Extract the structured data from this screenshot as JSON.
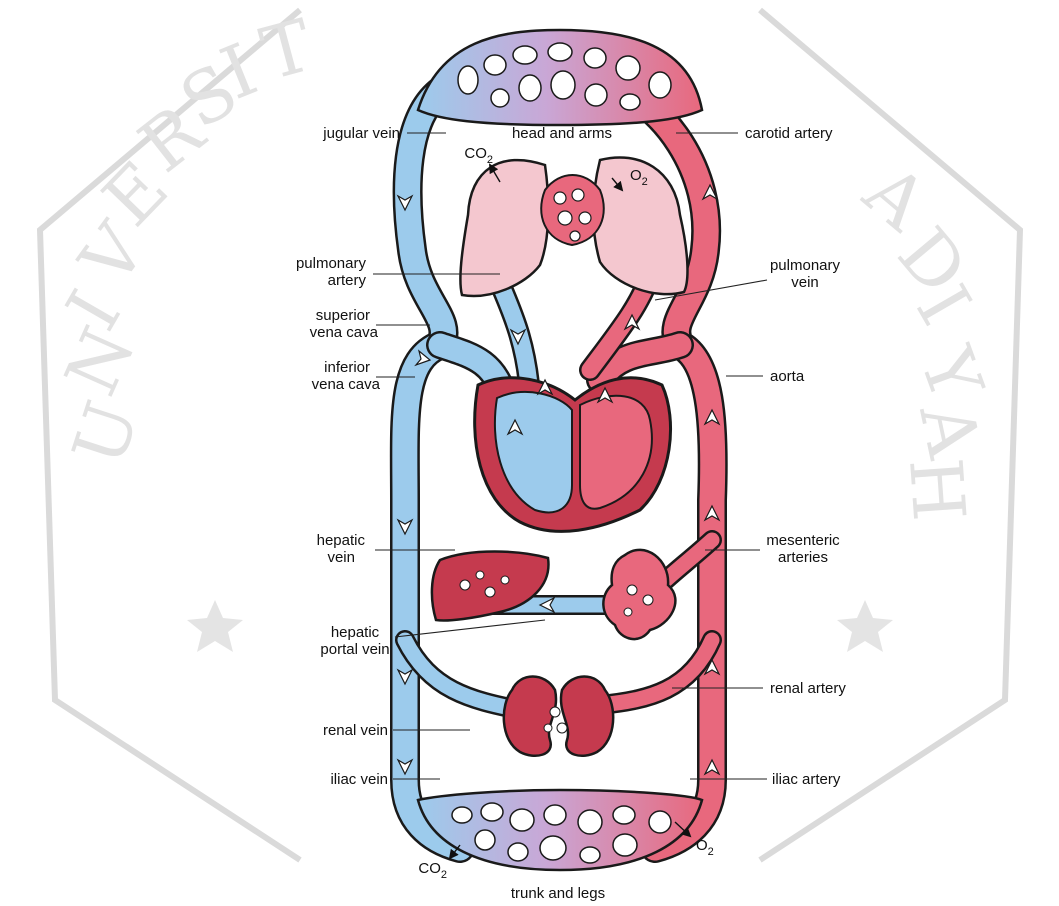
{
  "watermark": {
    "letters_left": [
      "U",
      "N",
      "I",
      "V",
      "E",
      "R",
      "S",
      "I",
      "T"
    ],
    "letters_right": [
      "A",
      "D",
      "I",
      "Y",
      "A",
      "H"
    ]
  },
  "colors": {
    "venous": "#9ccbec",
    "venous_dark": "#4f86bf",
    "arterial": "#e8687d",
    "arterial_dark": "#b83048",
    "organ_red": "#c53a4e",
    "lung": "#f4c7cf",
    "outline": "#1a1a1a"
  },
  "labels": {
    "head_arms": "head and arms",
    "trunk_legs": "trunk and legs",
    "jugular_vein": "jugular vein",
    "carotid_artery": "carotid artery",
    "pulmonary_artery_1": "pulmonary",
    "pulmonary_artery_2": "artery",
    "pulmonary_vein_1": "pulmonary",
    "pulmonary_vein_2": "vein",
    "superior_vena_cava_1": "superior",
    "superior_vena_cava_2": "vena cava",
    "inferior_vena_cava_1": "inferior",
    "inferior_vena_cava_2": "vena cava",
    "aorta": "aorta",
    "hepatic_vein_1": "hepatic",
    "hepatic_vein_2": "vein",
    "mesenteric_arteries_1": "mesenteric",
    "mesenteric_arteries_2": "arteries",
    "hepatic_portal_vein_1": "hepatic",
    "hepatic_portal_vein_2": "portal vein",
    "renal_artery": "renal artery",
    "renal_vein": "renal vein",
    "iliac_vein": "iliac vein",
    "iliac_artery": "iliac artery",
    "co2_top": "CO",
    "co2_top_sub": "2",
    "o2_top": "O",
    "o2_top_sub": "2",
    "co2_bottom": "CO",
    "co2_bottom_sub": "2",
    "o2_bottom": "O",
    "o2_bottom_sub": "2"
  }
}
